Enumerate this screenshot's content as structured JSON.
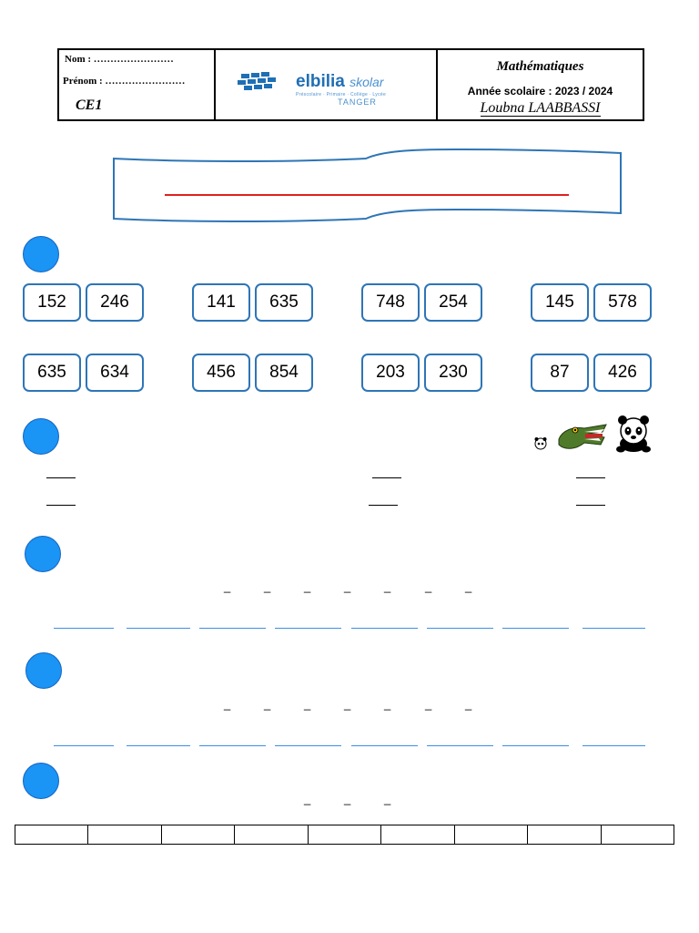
{
  "header": {
    "nom_label": "Nom  : ……………………",
    "prenom_label": "Prénom : ……………………",
    "class_label": "CE1",
    "school_name": "elbilia",
    "school_suffix": "skolar",
    "school_levels": "Préscolaire · Primaire · Collège · Lycée",
    "school_city": "TANGER",
    "subject": "Mathématiques",
    "school_year": "Année scolaire : 2023 / 2024",
    "teacher": "Loubna LAABBASSI"
  },
  "exercise1": {
    "row1": [
      [
        "152",
        "246"
      ],
      [
        "141",
        "635"
      ],
      [
        "748",
        "254"
      ],
      [
        "145",
        "578"
      ]
    ],
    "row2": [
      [
        "635",
        "634"
      ],
      [
        "456",
        "854"
      ],
      [
        "203",
        "230"
      ],
      [
        "87",
        "426"
      ]
    ]
  },
  "dash_char": "_",
  "colors": {
    "dot_blue": "#1a94f5",
    "box_border": "#2e75b6",
    "red_line": "#e02020",
    "answer_line": "#3d8ee6"
  },
  "icons": {
    "mascot": "crocodile-icon",
    "panda": "panda-icon"
  }
}
